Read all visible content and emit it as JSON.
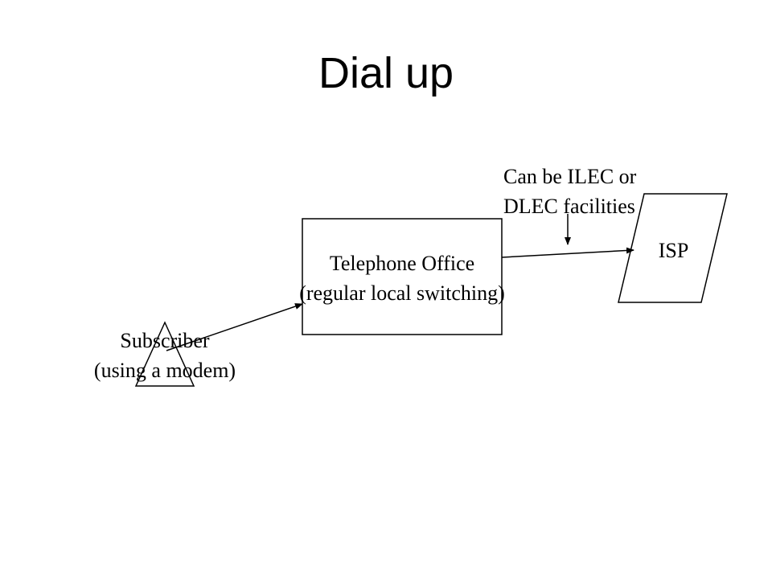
{
  "slide": {
    "title": "Dial up"
  },
  "nodes": {
    "telephone_office": {
      "line1": "Telephone Office",
      "line2": "(regular local switching)"
    },
    "subscriber": {
      "line1": "Subscriber",
      "line2": "(using a modem)"
    },
    "isp": {
      "label": "ISP"
    }
  },
  "annotation": {
    "line1": "Can be ILEC or",
    "line2": "DLEC facilities"
  },
  "colors": {
    "background": "#ffffff",
    "stroke": "#000000",
    "text": "#000000"
  }
}
